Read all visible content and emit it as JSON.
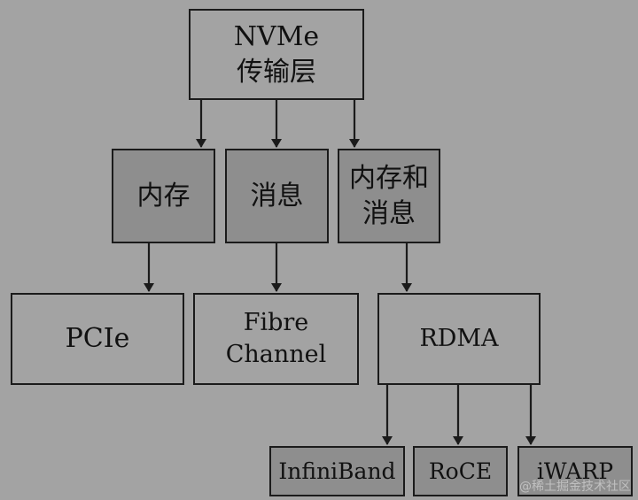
{
  "diagram": {
    "nodes": {
      "nvme": {
        "lines": [
          "NVMe",
          "传输层"
        ]
      },
      "memory": {
        "lines": [
          "内存"
        ]
      },
      "message": {
        "lines": [
          "消息"
        ]
      },
      "memory_and_message": {
        "lines": [
          "内存和",
          "消息"
        ]
      },
      "pcie": {
        "lines": [
          "PCIe"
        ]
      },
      "fibre_channel": {
        "lines": [
          "Fibre",
          "Channel"
        ]
      },
      "rdma": {
        "lines": [
          "RDMA"
        ]
      },
      "infiniband": {
        "lines": [
          "InfiniBand"
        ]
      },
      "roce": {
        "lines": [
          "RoCE"
        ]
      },
      "iwarp": {
        "lines": [
          "iWARP"
        ]
      }
    },
    "edges": [
      {
        "from": "nvme",
        "to": "memory"
      },
      {
        "from": "nvme",
        "to": "message"
      },
      {
        "from": "nvme",
        "to": "memory_and_message"
      },
      {
        "from": "memory",
        "to": "pcie"
      },
      {
        "from": "message",
        "to": "fibre_channel"
      },
      {
        "from": "memory_and_message",
        "to": "rdma"
      },
      {
        "from": "rdma",
        "to": "infiniband"
      },
      {
        "from": "rdma",
        "to": "roce"
      },
      {
        "from": "rdma",
        "to": "iwarp"
      }
    ]
  },
  "watermark": {
    "text": "@稀土掘金技术社区"
  },
  "colors": {
    "background": "#a3a3a3",
    "dark_box": "#8e8e8e",
    "stroke": "#1b1b1b",
    "text": "#111111"
  }
}
